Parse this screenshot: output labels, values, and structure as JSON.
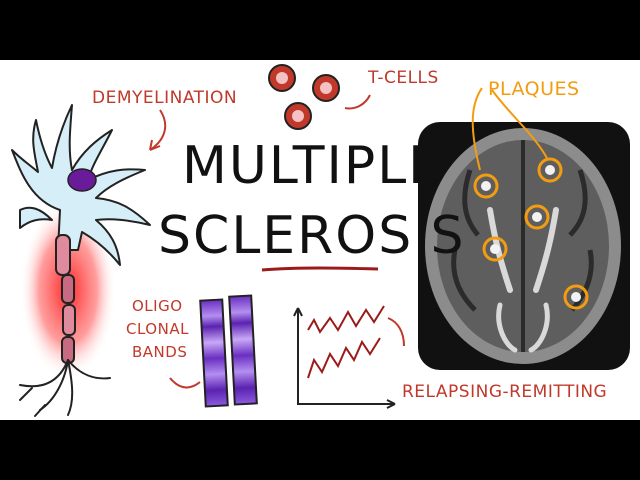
{
  "title": {
    "line1": "MULTIPLE",
    "line2": "SCLEROSIS"
  },
  "labels": {
    "demyelination": "DEMYELINATION",
    "tcells": "T-CELLS",
    "plaques": "PLAQUES",
    "oligo": "OLIGO",
    "clonal": "CLONAL",
    "bands": "BANDS",
    "relapsing": "RELAPSING-REMITTING"
  },
  "colors": {
    "label_red": "#c0392b",
    "plaque_orange": "#f39c12",
    "band_purple": "#7b3fd1",
    "nucleus_purple": "#6a1b9a",
    "neuron_blue": "#d6eef8",
    "underline_red": "#9b1b1b",
    "letterbox": "#000000",
    "brain_bg": "#111111"
  }
}
